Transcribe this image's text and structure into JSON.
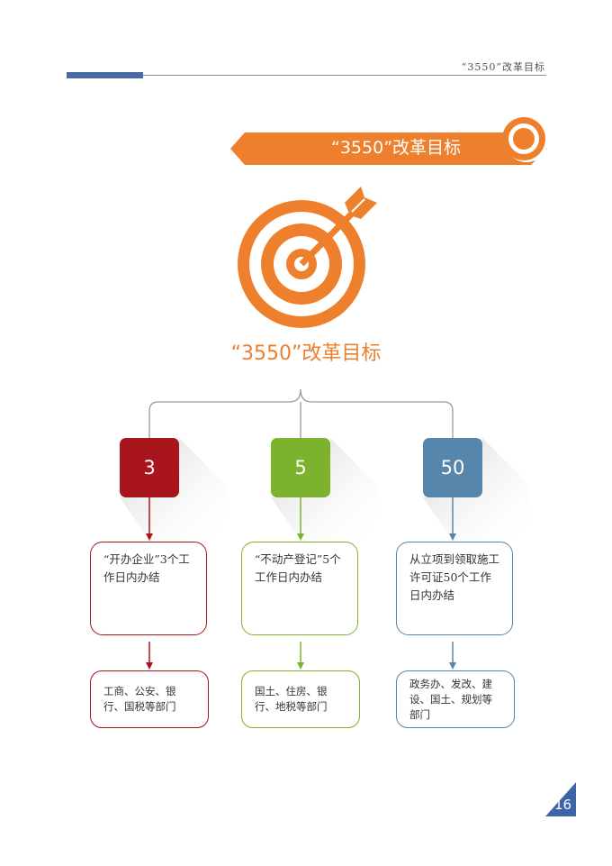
{
  "header": {
    "running_title": "“3550”改革目标"
  },
  "banner": {
    "title": "“3550”改革目标"
  },
  "main_title": "“3550”改革目标",
  "colors": {
    "orange": "#ee7f2c",
    "red": "#a8151d",
    "green": "#7db22e",
    "blue": "#5786ac",
    "header_blue": "#4a6aa6"
  },
  "branches": [
    {
      "number": "3",
      "goal": "“开办企业”3个工作日内办结",
      "departments": "工商、公安、银行、国税等部门"
    },
    {
      "number": "5",
      "goal": "“不动产登记”5个工作日内办结",
      "departments": "国土、住房、银行、地税等部门"
    },
    {
      "number": "50",
      "goal": "从立项到领取施工许可证50个工作日内办结",
      "departments": "政务办、发改、建设、国土、规划等部门"
    }
  ],
  "page_number": "16"
}
